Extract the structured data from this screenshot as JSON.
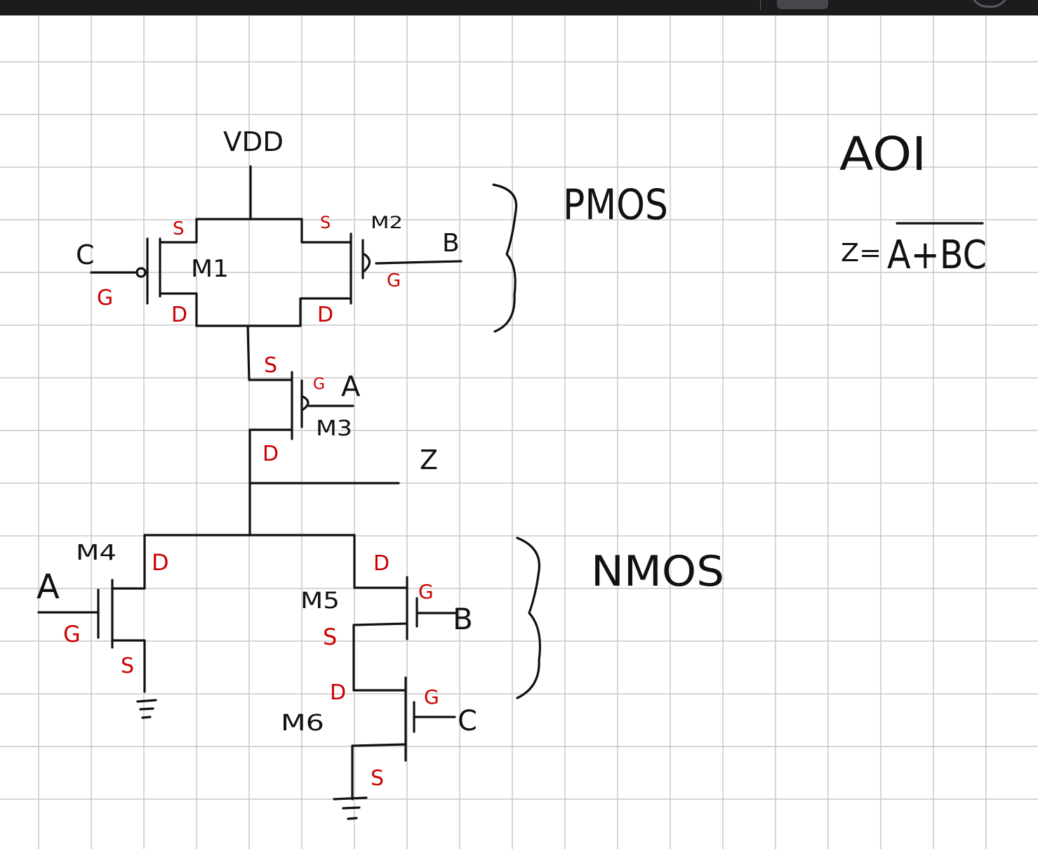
{
  "title": "AOI",
  "equation": {
    "lhs": "Z=",
    "rhs": "A+BC"
  },
  "supply": "VDD",
  "output": "Z",
  "networks": {
    "pmos": "PMOS",
    "nmos": "NMOS"
  },
  "transistors": [
    {
      "name": "M1",
      "type": "pmos",
      "gate_input": "C",
      "terminals": {
        "gate": "G",
        "source": "S",
        "drain": "D"
      }
    },
    {
      "name": "M2",
      "type": "pmos",
      "gate_input": "B",
      "terminals": {
        "gate": "G",
        "source": "S",
        "drain": "D"
      }
    },
    {
      "name": "M3",
      "type": "pmos",
      "gate_input": "A",
      "terminals": {
        "gate": "G",
        "source": "S",
        "drain": "D"
      }
    },
    {
      "name": "M4",
      "type": "nmos",
      "gate_input": "A",
      "terminals": {
        "gate": "G",
        "source": "S",
        "drain": "D"
      }
    },
    {
      "name": "M5",
      "type": "nmos",
      "gate_input": "B",
      "terminals": {
        "gate": "G",
        "source": "S",
        "drain": "D"
      }
    },
    {
      "name": "M6",
      "type": "nmos",
      "gate_input": "C",
      "terminals": {
        "gate": "G",
        "source": "S",
        "drain": "D"
      }
    }
  ],
  "colors": {
    "ink": "#111111",
    "terminal_labels": "#cc0000",
    "grid": "#c8c8c8",
    "toolbar": "#1c1c1e"
  }
}
